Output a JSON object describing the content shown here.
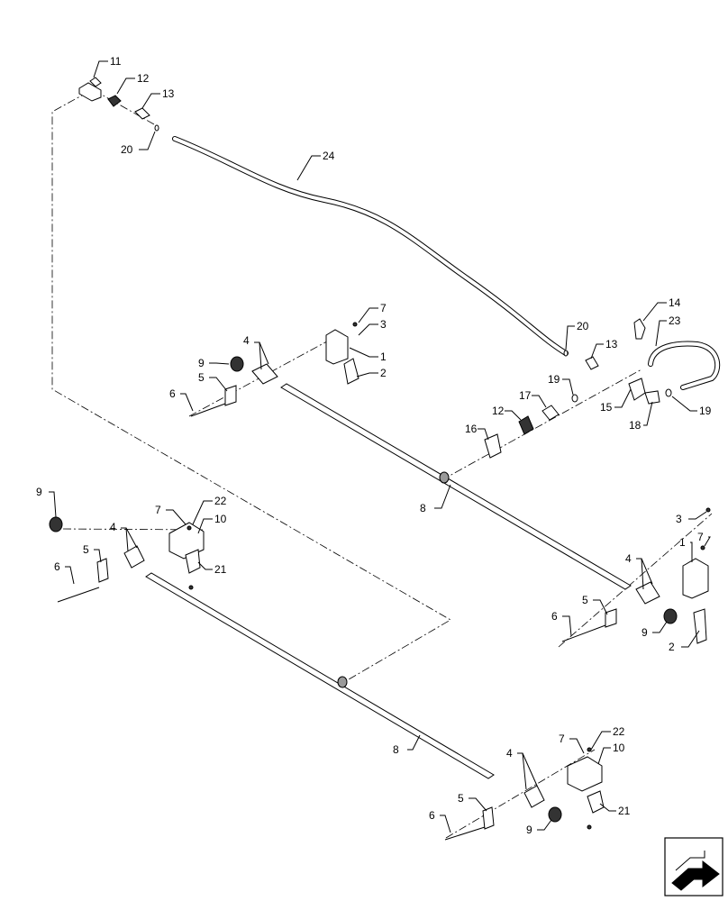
{
  "callouts": [
    "1",
    "2",
    "3",
    "4",
    "5",
    "6",
    "7",
    "8",
    "9",
    "10",
    "11",
    "12",
    "13",
    "14",
    "15",
    "16",
    "17",
    "18",
    "19",
    "20",
    "21",
    "22",
    "23",
    "24"
  ],
  "icons": {
    "navigation": "next-arrow-icon"
  }
}
